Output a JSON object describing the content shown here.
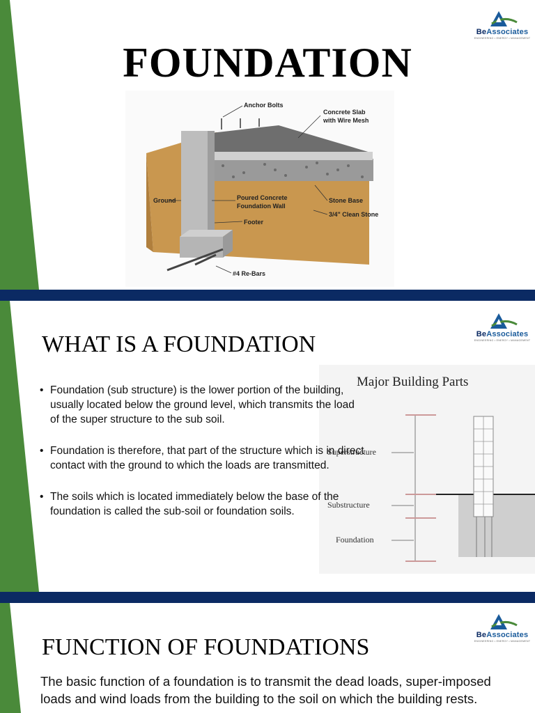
{
  "logo": {
    "be": "Be",
    "rest": "Associates",
    "tagline": "ENGINEERING • ENERGY • MANAGEMENT"
  },
  "slide1": {
    "title": "FOUNDATION",
    "diagram_labels": {
      "anchor_bolts": "Anchor Bolts",
      "concrete_slab_line1": "Concrete Slab",
      "concrete_slab_line2": "with Wire Mesh",
      "ground": "Ground",
      "poured_line1": "Poured Concrete",
      "poured_line2": "Foundation Wall",
      "stone_base": "Stone Base",
      "clean_stone": "3/4\" Clean Stone",
      "footer": "Footer",
      "rebars": "#4 Re-Bars"
    }
  },
  "slide2": {
    "title": "WHAT IS A FOUNDATION",
    "bullets": [
      "Foundation (sub structure) is the lower portion of the building, usually located below the ground level, which transmits the load of the super structure to the sub soil.",
      "Foundation is therefore, that part of the structure which is in direct contact with the ground to which the loads are transmitted.",
      "The soils which is located immediately below the base of the foundation is called the sub-soil or foundation soils."
    ],
    "diagram": {
      "title": "Major Building Parts",
      "superstructure": "Superstructure",
      "substructure": "Substructure",
      "foundation": "Foundation"
    }
  },
  "slide3": {
    "title": "FUNCTION OF FOUNDATIONS",
    "paragraph": "The basic function of a foundation is to transmit the dead loads, super-imposed loads and wind loads from the building to the soil on which the building rests."
  },
  "colors": {
    "divider": "#0b2a63",
    "green": "#4a8a3a",
    "logo_blue": "#1a5b9b"
  }
}
